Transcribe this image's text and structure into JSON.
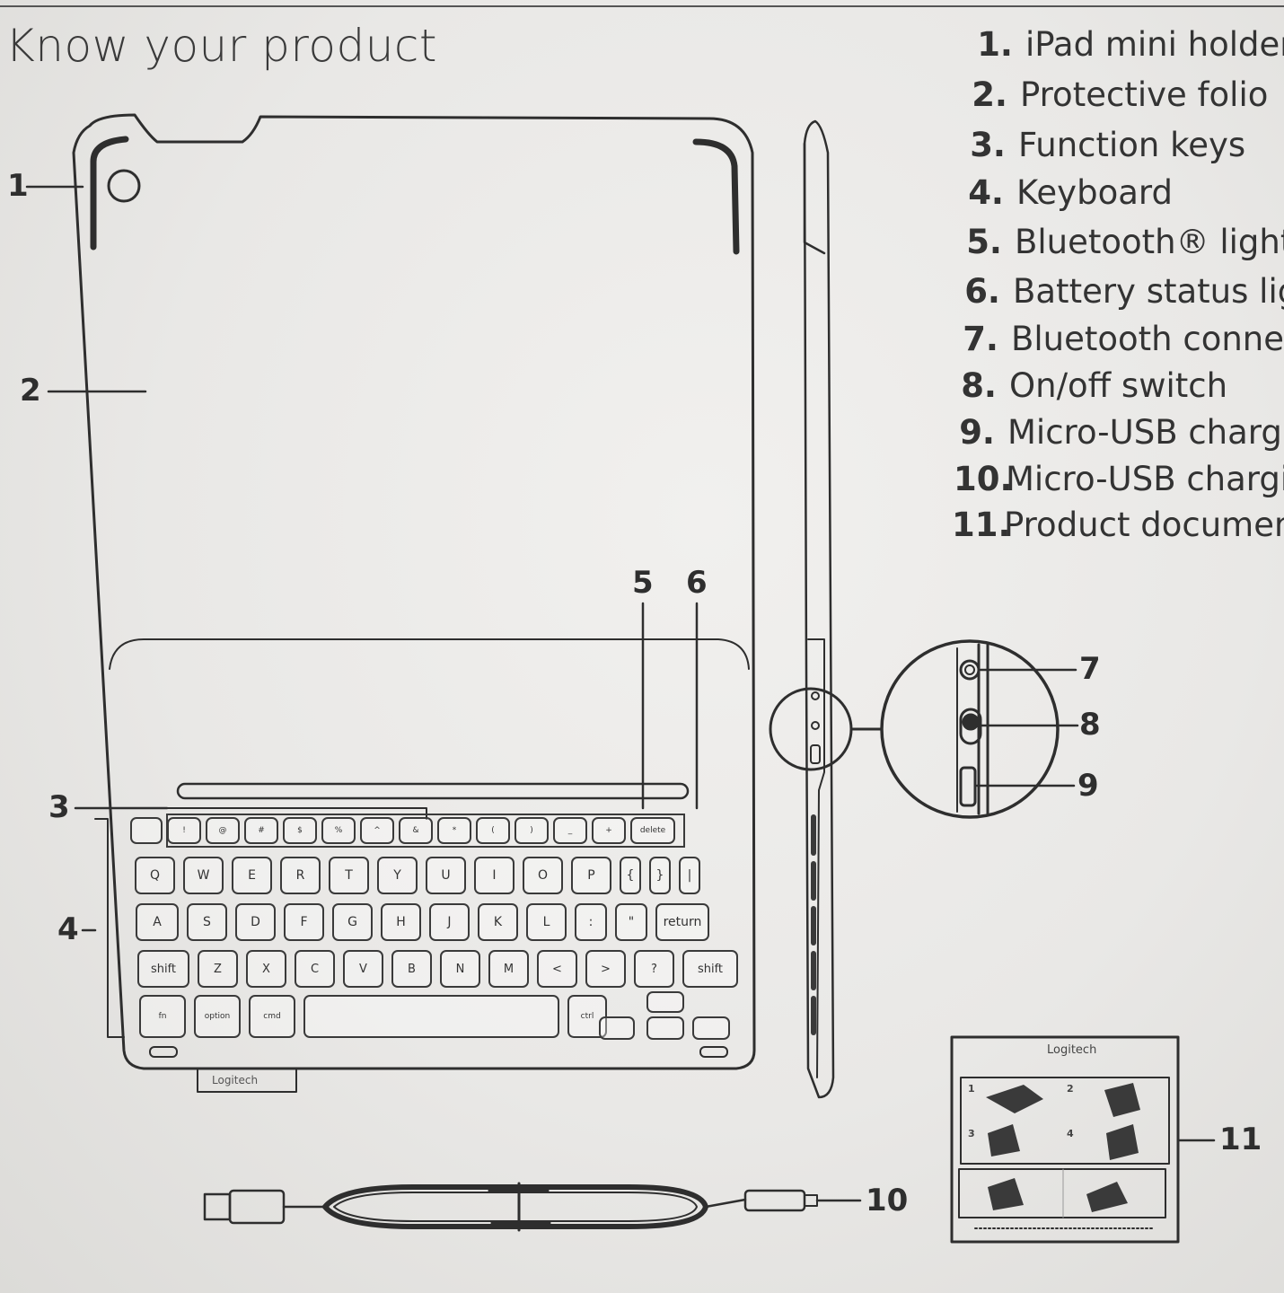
{
  "page": {
    "title": "Know your product"
  },
  "legend": [
    {
      "num": "1.",
      "label": "iPad mini holder"
    },
    {
      "num": "2.",
      "label": "Protective folio"
    },
    {
      "num": "3.",
      "label": "Function keys"
    },
    {
      "num": "4.",
      "label": "Keyboard"
    },
    {
      "num": "5.",
      "label": "Bluetooth® light"
    },
    {
      "num": "6.",
      "label": "Battery status lig"
    },
    {
      "num": "7.",
      "label": "Bluetooth connec"
    },
    {
      "num": "8.",
      "label": "On/off switch"
    },
    {
      "num": "9.",
      "label": "Micro-USB chargi"
    },
    {
      "num": "10.",
      "label": "Micro-USB chargi"
    },
    {
      "num": "11.",
      "label": "Product documen"
    }
  ],
  "callouts": {
    "c1": "1",
    "c2": "2",
    "c3": "3",
    "c4": "4",
    "c5": "5",
    "c6": "6",
    "c7": "7",
    "c8": "8",
    "c9": "9",
    "c10": "10",
    "c11": "11"
  },
  "keyboard": {
    "brand": "Logitech",
    "row1": [
      "",
      "!",
      "@",
      "#",
      "$",
      "%",
      "^",
      "&",
      "*",
      "(",
      ")",
      "_",
      "+",
      "delete"
    ],
    "row2": [
      "Q",
      "W",
      "E",
      "R",
      "T",
      "Y",
      "U",
      "I",
      "O",
      "P",
      "{",
      "}",
      "|"
    ],
    "row3": [
      "A",
      "S",
      "D",
      "F",
      "G",
      "H",
      "J",
      "K",
      "L",
      ":",
      "\"",
      "return"
    ],
    "row4": [
      "shift",
      "Z",
      "X",
      "C",
      "V",
      "B",
      "N",
      "M",
      "<",
      ">",
      "?",
      "shift"
    ],
    "row5": [
      "fn",
      "option",
      "cmd",
      "",
      "ctrl"
    ]
  },
  "documentation": {
    "brand": "Logitech",
    "step_numbers": [
      "1",
      "2",
      "3",
      "4"
    ]
  }
}
